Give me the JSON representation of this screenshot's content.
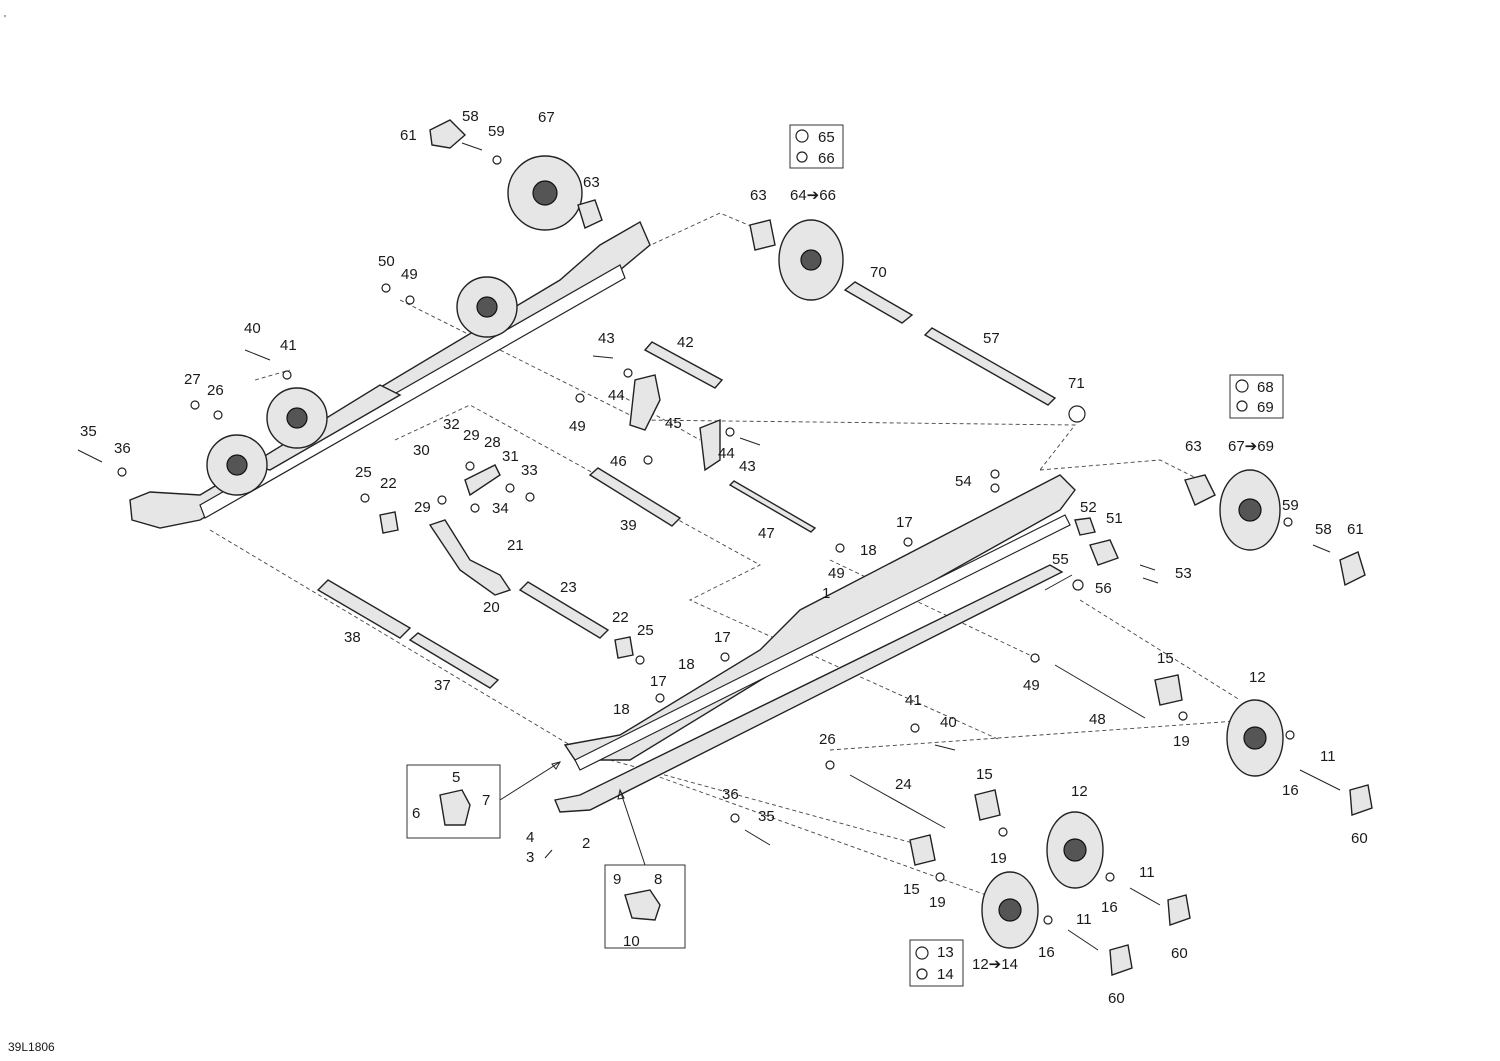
{
  "diagram_code": "39L1806",
  "corner_mark": "'",
  "callouts": [
    {
      "id": "61a",
      "text": "61"
    },
    {
      "id": "58a",
      "text": "58"
    },
    {
      "id": "59a",
      "text": "59"
    },
    {
      "id": "67a",
      "text": "67"
    },
    {
      "id": "63a",
      "text": "63"
    },
    {
      "id": "63b",
      "text": "63"
    },
    {
      "id": "65",
      "text": "65"
    },
    {
      "id": "66",
      "text": "66"
    },
    {
      "id": "64-66",
      "text": "64➔66"
    },
    {
      "id": "70",
      "text": "70"
    },
    {
      "id": "57",
      "text": "57"
    },
    {
      "id": "71",
      "text": "71"
    },
    {
      "id": "50",
      "text": "50"
    },
    {
      "id": "49a",
      "text": "49"
    },
    {
      "id": "40a",
      "text": "40"
    },
    {
      "id": "41a",
      "text": "41"
    },
    {
      "id": "27",
      "text": "27"
    },
    {
      "id": "26a",
      "text": "26"
    },
    {
      "id": "35a",
      "text": "35"
    },
    {
      "id": "36a",
      "text": "36"
    },
    {
      "id": "43a",
      "text": "43"
    },
    {
      "id": "42",
      "text": "42"
    },
    {
      "id": "44a",
      "text": "44"
    },
    {
      "id": "49b",
      "text": "49"
    },
    {
      "id": "45",
      "text": "45"
    },
    {
      "id": "46",
      "text": "46"
    },
    {
      "id": "44b",
      "text": "44"
    },
    {
      "id": "43b",
      "text": "43"
    },
    {
      "id": "32",
      "text": "32"
    },
    {
      "id": "29a",
      "text": "29"
    },
    {
      "id": "28",
      "text": "28"
    },
    {
      "id": "30",
      "text": "30"
    },
    {
      "id": "31",
      "text": "31"
    },
    {
      "id": "33",
      "text": "33"
    },
    {
      "id": "29b",
      "text": "29"
    },
    {
      "id": "34",
      "text": "34"
    },
    {
      "id": "25a",
      "text": "25"
    },
    {
      "id": "22a",
      "text": "22"
    },
    {
      "id": "39",
      "text": "39"
    },
    {
      "id": "47",
      "text": "47"
    },
    {
      "id": "21",
      "text": "21"
    },
    {
      "id": "20",
      "text": "20"
    },
    {
      "id": "23",
      "text": "23"
    },
    {
      "id": "38",
      "text": "38"
    },
    {
      "id": "37",
      "text": "37"
    },
    {
      "id": "22b",
      "text": "22"
    },
    {
      "id": "25b",
      "text": "25"
    },
    {
      "id": "49c",
      "text": "49"
    },
    {
      "id": "17a",
      "text": "17"
    },
    {
      "id": "18a",
      "text": "18"
    },
    {
      "id": "1",
      "text": "1"
    },
    {
      "id": "17b",
      "text": "17"
    },
    {
      "id": "18b",
      "text": "18"
    },
    {
      "id": "17c",
      "text": "17"
    },
    {
      "id": "18c",
      "text": "18"
    },
    {
      "id": "54",
      "text": "54"
    },
    {
      "id": "52",
      "text": "52"
    },
    {
      "id": "51",
      "text": "51"
    },
    {
      "id": "55",
      "text": "55"
    },
    {
      "id": "56",
      "text": "56"
    },
    {
      "id": "53",
      "text": "53"
    },
    {
      "id": "68",
      "text": "68"
    },
    {
      "id": "69",
      "text": "69"
    },
    {
      "id": "67-69",
      "text": "67➔69"
    },
    {
      "id": "63c",
      "text": "63"
    },
    {
      "id": "59b",
      "text": "59"
    },
    {
      "id": "58b",
      "text": "58"
    },
    {
      "id": "61b",
      "text": "61"
    },
    {
      "id": "49d",
      "text": "49"
    },
    {
      "id": "48",
      "text": "48"
    },
    {
      "id": "15a",
      "text": "15"
    },
    {
      "id": "19a",
      "text": "19"
    },
    {
      "id": "12a",
      "text": "12"
    },
    {
      "id": "11a",
      "text": "11"
    },
    {
      "id": "16a",
      "text": "16"
    },
    {
      "id": "60a",
      "text": "60"
    },
    {
      "id": "41b",
      "text": "41"
    },
    {
      "id": "40b",
      "text": "40"
    },
    {
      "id": "26b",
      "text": "26"
    },
    {
      "id": "24",
      "text": "24"
    },
    {
      "id": "15b",
      "text": "15"
    },
    {
      "id": "19b",
      "text": "19"
    },
    {
      "id": "12b",
      "text": "12"
    },
    {
      "id": "11b",
      "text": "11"
    },
    {
      "id": "16b",
      "text": "16"
    },
    {
      "id": "60b",
      "text": "60"
    },
    {
      "id": "36b",
      "text": "36"
    },
    {
      "id": "35b",
      "text": "35"
    },
    {
      "id": "15c",
      "text": "15"
    },
    {
      "id": "19c",
      "text": "19"
    },
    {
      "id": "11c",
      "text": "11"
    },
    {
      "id": "16c",
      "text": "16"
    },
    {
      "id": "60c",
      "text": "60"
    },
    {
      "id": "5",
      "text": "5"
    },
    {
      "id": "6",
      "text": "6"
    },
    {
      "id": "7",
      "text": "7"
    },
    {
      "id": "4",
      "text": "4"
    },
    {
      "id": "3",
      "text": "3"
    },
    {
      "id": "2",
      "text": "2"
    },
    {
      "id": "9",
      "text": "9"
    },
    {
      "id": "8",
      "text": "8"
    },
    {
      "id": "10",
      "text": "10"
    },
    {
      "id": "13",
      "text": "13"
    },
    {
      "id": "14",
      "text": "14"
    },
    {
      "id": "12-14",
      "text": "12➔14"
    }
  ]
}
